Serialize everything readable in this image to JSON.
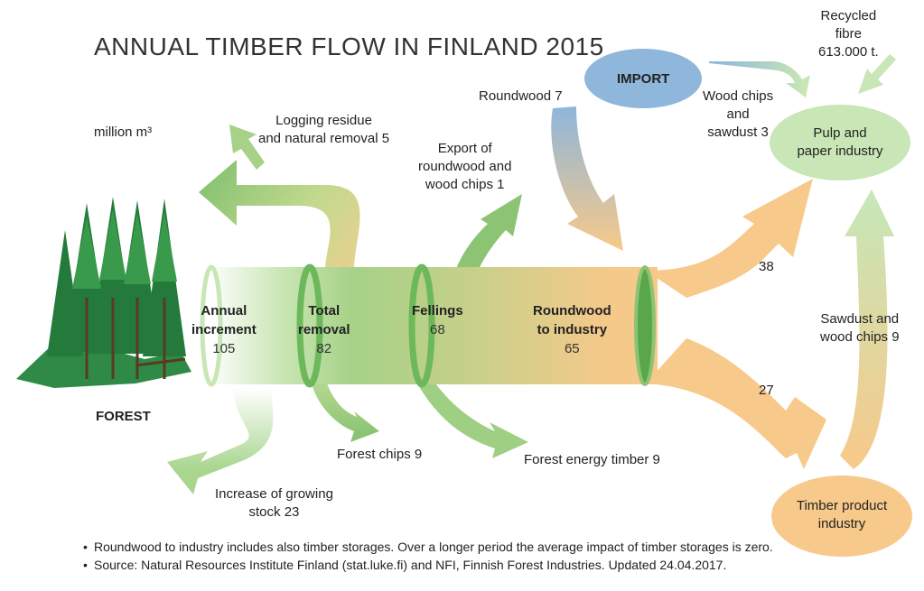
{
  "title": "ANNUAL TIMBER FLOW IN FINLAND 2015",
  "unit": "million m³",
  "forest_label": "FOREST",
  "pipe": [
    {
      "id": "annual",
      "name_lines": [
        "Annual",
        "increment"
      ],
      "value": "105"
    },
    {
      "id": "total",
      "name_lines": [
        "Total",
        "removal"
      ],
      "value": "82"
    },
    {
      "id": "fellings",
      "name_lines": [
        "Fellings"
      ],
      "value": "68"
    },
    {
      "id": "roundwood",
      "name_lines": [
        "Roundwood",
        "to industry"
      ],
      "value": "65"
    }
  ],
  "flows": {
    "logging_residue": [
      "Logging residue",
      "and natural removal 5"
    ],
    "export": [
      "Export of",
      "roundwood and",
      "wood chips 1"
    ],
    "roundwood_import": "Roundwood 7",
    "wood_chips_import": [
      "Wood chips",
      "and",
      "sawdust 3"
    ],
    "recycled_fibre": [
      "Recycled",
      "fibre",
      "613.000 t."
    ],
    "to_pulp": "38",
    "to_timber": "27",
    "sawdust": [
      "Sawdust and",
      "wood chips 9"
    ],
    "forest_chips": "Forest chips 9",
    "forest_energy": "Forest energy timber 9",
    "growing_stock": [
      "Increase of growing",
      "stock 23"
    ]
  },
  "nodes": {
    "import": "IMPORT",
    "pulp": [
      "Pulp and",
      "paper industry"
    ],
    "timber": [
      "Timber product",
      "industry"
    ]
  },
  "notes": [
    "Roundwood to industry includes also timber storages. Over a longer period the average impact of timber storages is zero.",
    "Source: Natural Resources Institute Finland (stat.luke.fi) and NFI, Finnish Forest Industries. Updated 24.04.2017."
  ],
  "colors": {
    "green": "#8cc474",
    "dark_green": "#5aa64a",
    "orange": "#f7c57e",
    "blue": "#8fb6db",
    "pale_green": "#c8e6b6"
  }
}
